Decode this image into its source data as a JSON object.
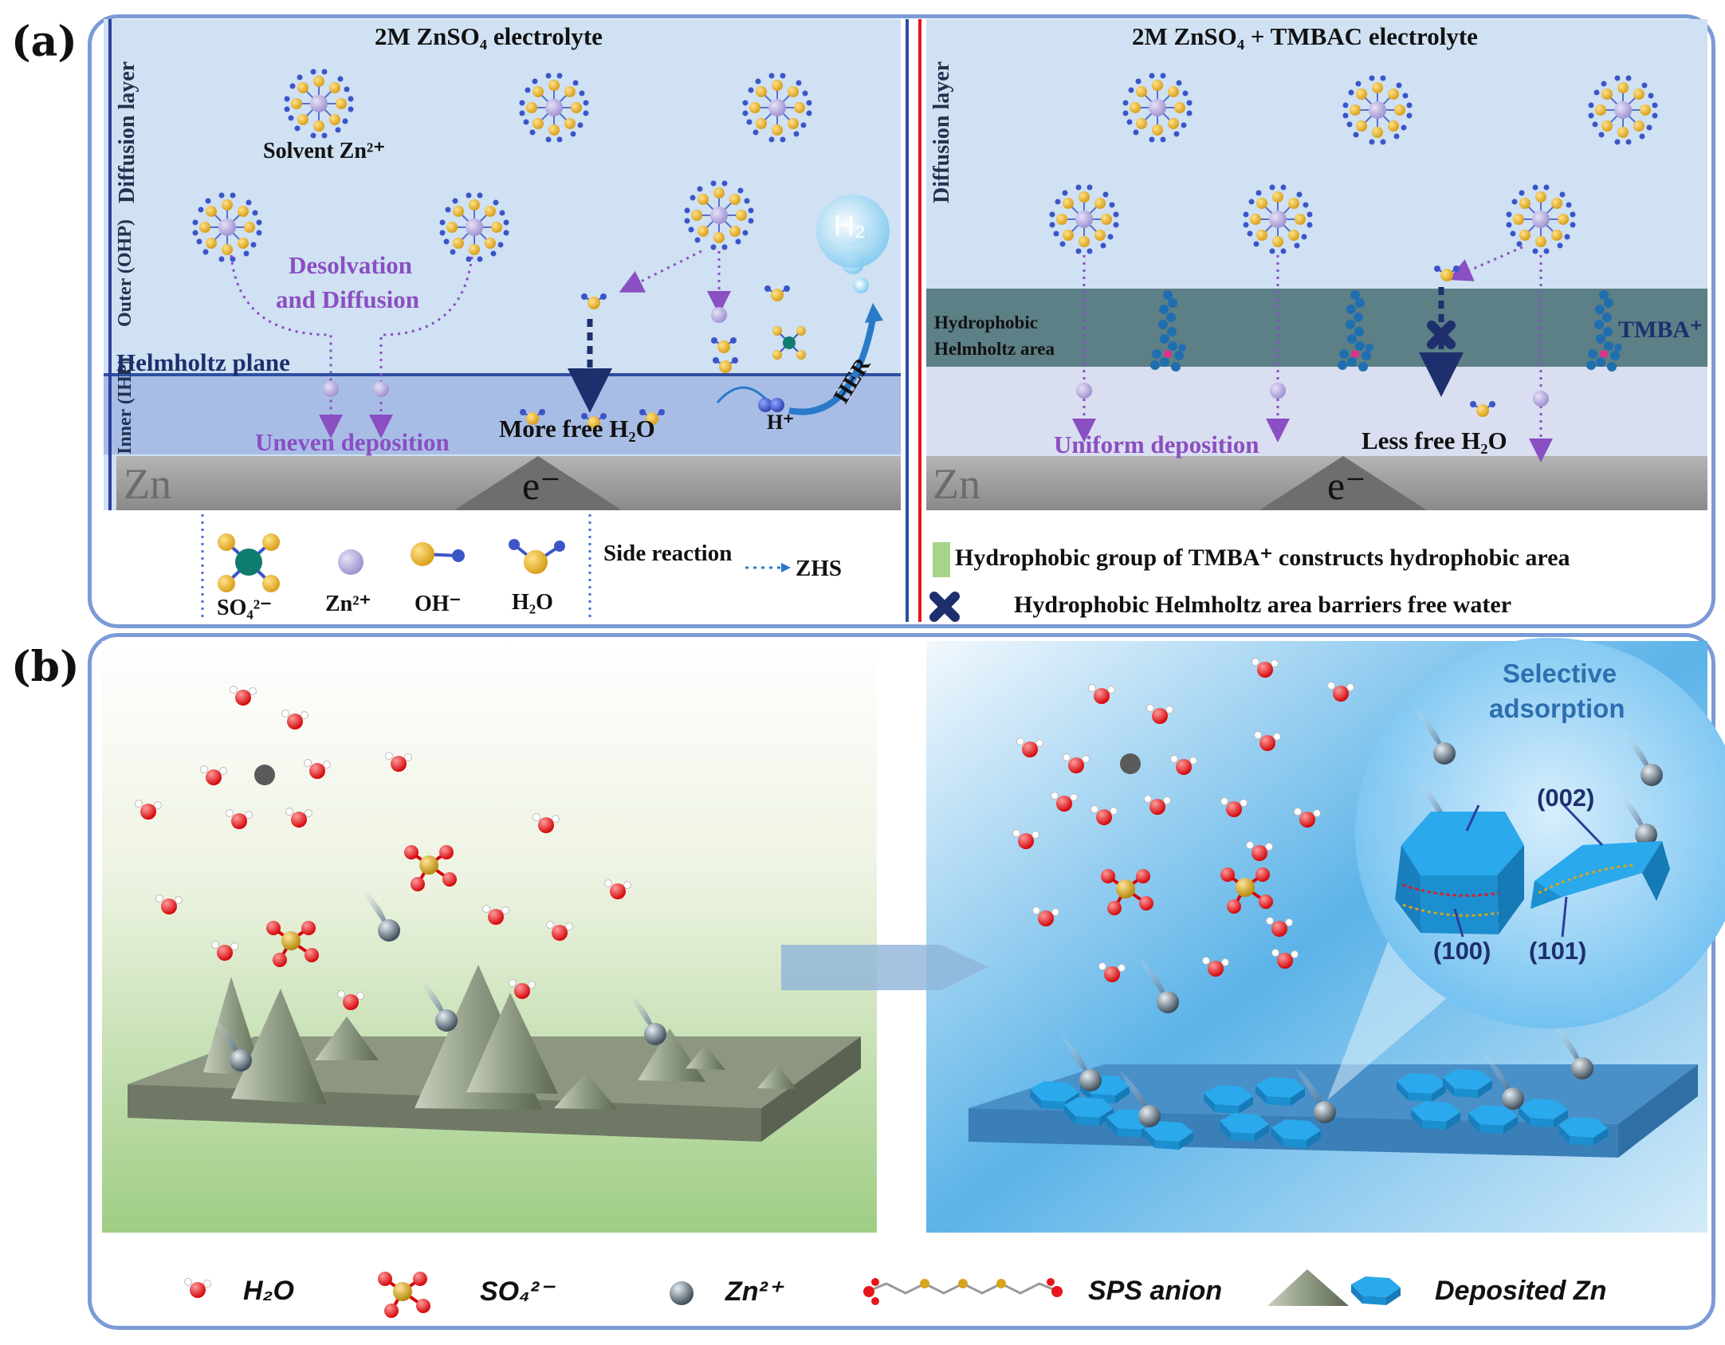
{
  "panel_a": {
    "label": "(a)",
    "left": {
      "title": "2M ZnSO₄ electrolyte",
      "diffusion_layer": "Diffusion layer",
      "outer": "Outer (OHP)",
      "inner": "Inner (IHP)",
      "solvent_zn": "Solvent Zn²⁺",
      "desolvation_1": "Desolvation",
      "desolvation_2": "and Diffusion",
      "helmholtz_plane": "Helmholtz plane",
      "uneven": "Uneven deposition",
      "more_free_water": "More free H₂O",
      "h_plus": "H⁺",
      "her": "HER",
      "h2": "H₂",
      "zn": "Zn",
      "electron": "e⁻"
    },
    "right": {
      "title": "2M ZnSO₄ + TMBAC electrolyte",
      "diffusion_layer": "Diffusion layer",
      "hydrophobic_1": "Hydrophobic",
      "hydrophobic_2": "Helmholtz area",
      "tmba": "TMBA⁺",
      "uniform": "Uniform deposition",
      "less_free_water": "Less free H₂O",
      "zn": "Zn",
      "electron": "e⁻"
    },
    "legend": {
      "so4": "SO₄²⁻",
      "zn2": "Zn²⁺",
      "oh": "OH⁻",
      "h2o": "H₂O",
      "side_reaction": "Side reaction",
      "zhs": "ZHS",
      "hydrophobic_note": "Hydrophobic group of TMBA⁺ constructs hydrophobic area",
      "barrier_note": "Hydrophobic Helmholtz area barriers free water"
    }
  },
  "panel_b": {
    "label": "(b)",
    "selective_1": "Selective",
    "selective_2": "adsorption",
    "facet_002": "(002)",
    "facet_100": "(100)",
    "facet_101": "(101)",
    "legend": {
      "h2o": "H₂O",
      "so4": "SO₄²⁻",
      "zn2": "Zn²⁺",
      "sps": "SPS anion",
      "deposited": "Deposited Zn"
    }
  },
  "colors": {
    "frame": "#7a9bd6",
    "electrolyte": "#cfe1f2",
    "ihp": "#a8bde6",
    "zn_metal": "#9a9a9a",
    "purple_text": "#8a4fc2",
    "hydrophobic_band": "#5d7f86",
    "oxygen": "#e8161b",
    "sulfur": "#d6a51c",
    "deposit_blue": "#2aa9ec"
  }
}
